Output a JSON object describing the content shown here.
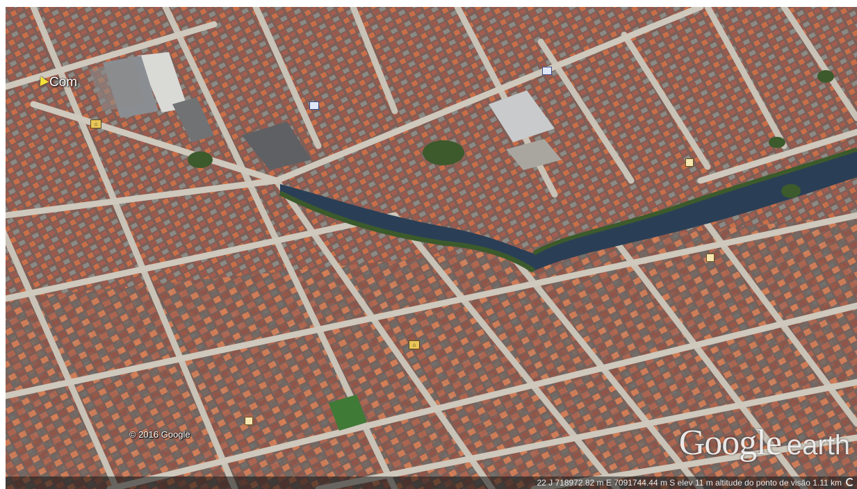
{
  "placemark": {
    "label": "Com",
    "icon": "yellow-pushpin-icon"
  },
  "copyright": "© 2016 Google",
  "logo": {
    "google": "Google",
    "earth": "earth"
  },
  "status_bar": {
    "text": "22 J 718972.82 m E 7091744.44 m S  elev    11 m      altitude do ponto de visão    1.11 km",
    "icon": "streaming-progress-icon"
  },
  "colors": {
    "roof_red": "#9a5a4e",
    "roof_orange": "#d8794e",
    "roof_gray": "#8e8c86",
    "street": "#c9c2b6",
    "river": "#2a3f56",
    "vegetation": "#3c5a2c",
    "placemark_pin": "#f2e23a"
  }
}
